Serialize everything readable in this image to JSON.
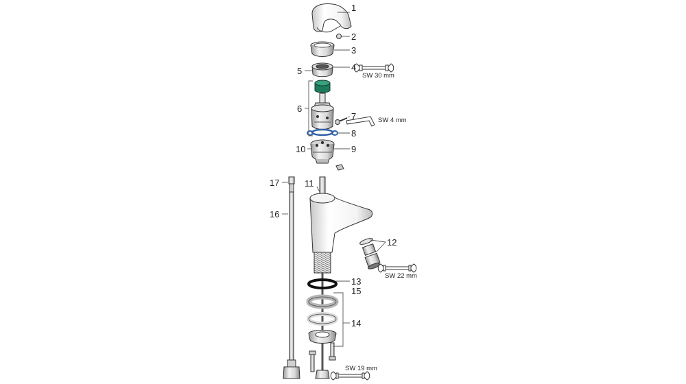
{
  "callouts": {
    "c1": "1",
    "c2": "2",
    "c3": "3",
    "c4": "4",
    "c5": "5",
    "c6": "6",
    "c7": "7",
    "c8": "8",
    "c9": "9",
    "c10": "10",
    "c11": "11",
    "c12": "12",
    "c13": "13",
    "c14": "14",
    "c15": "15",
    "c16": "16",
    "c17": "17"
  },
  "tools": {
    "wrench_30": "SW 30 mm",
    "hex_key_4": "SW 4 mm",
    "wrench_22": "SW 22 mm",
    "wrench_19": "SW 19 mm"
  },
  "colors": {
    "line": "#333333",
    "cartridge_green": "#1e7a5a",
    "o_ring_blue": "#2f5fa8",
    "gasket_black": "#111111",
    "gasket_grey": "#b5b5b5"
  }
}
